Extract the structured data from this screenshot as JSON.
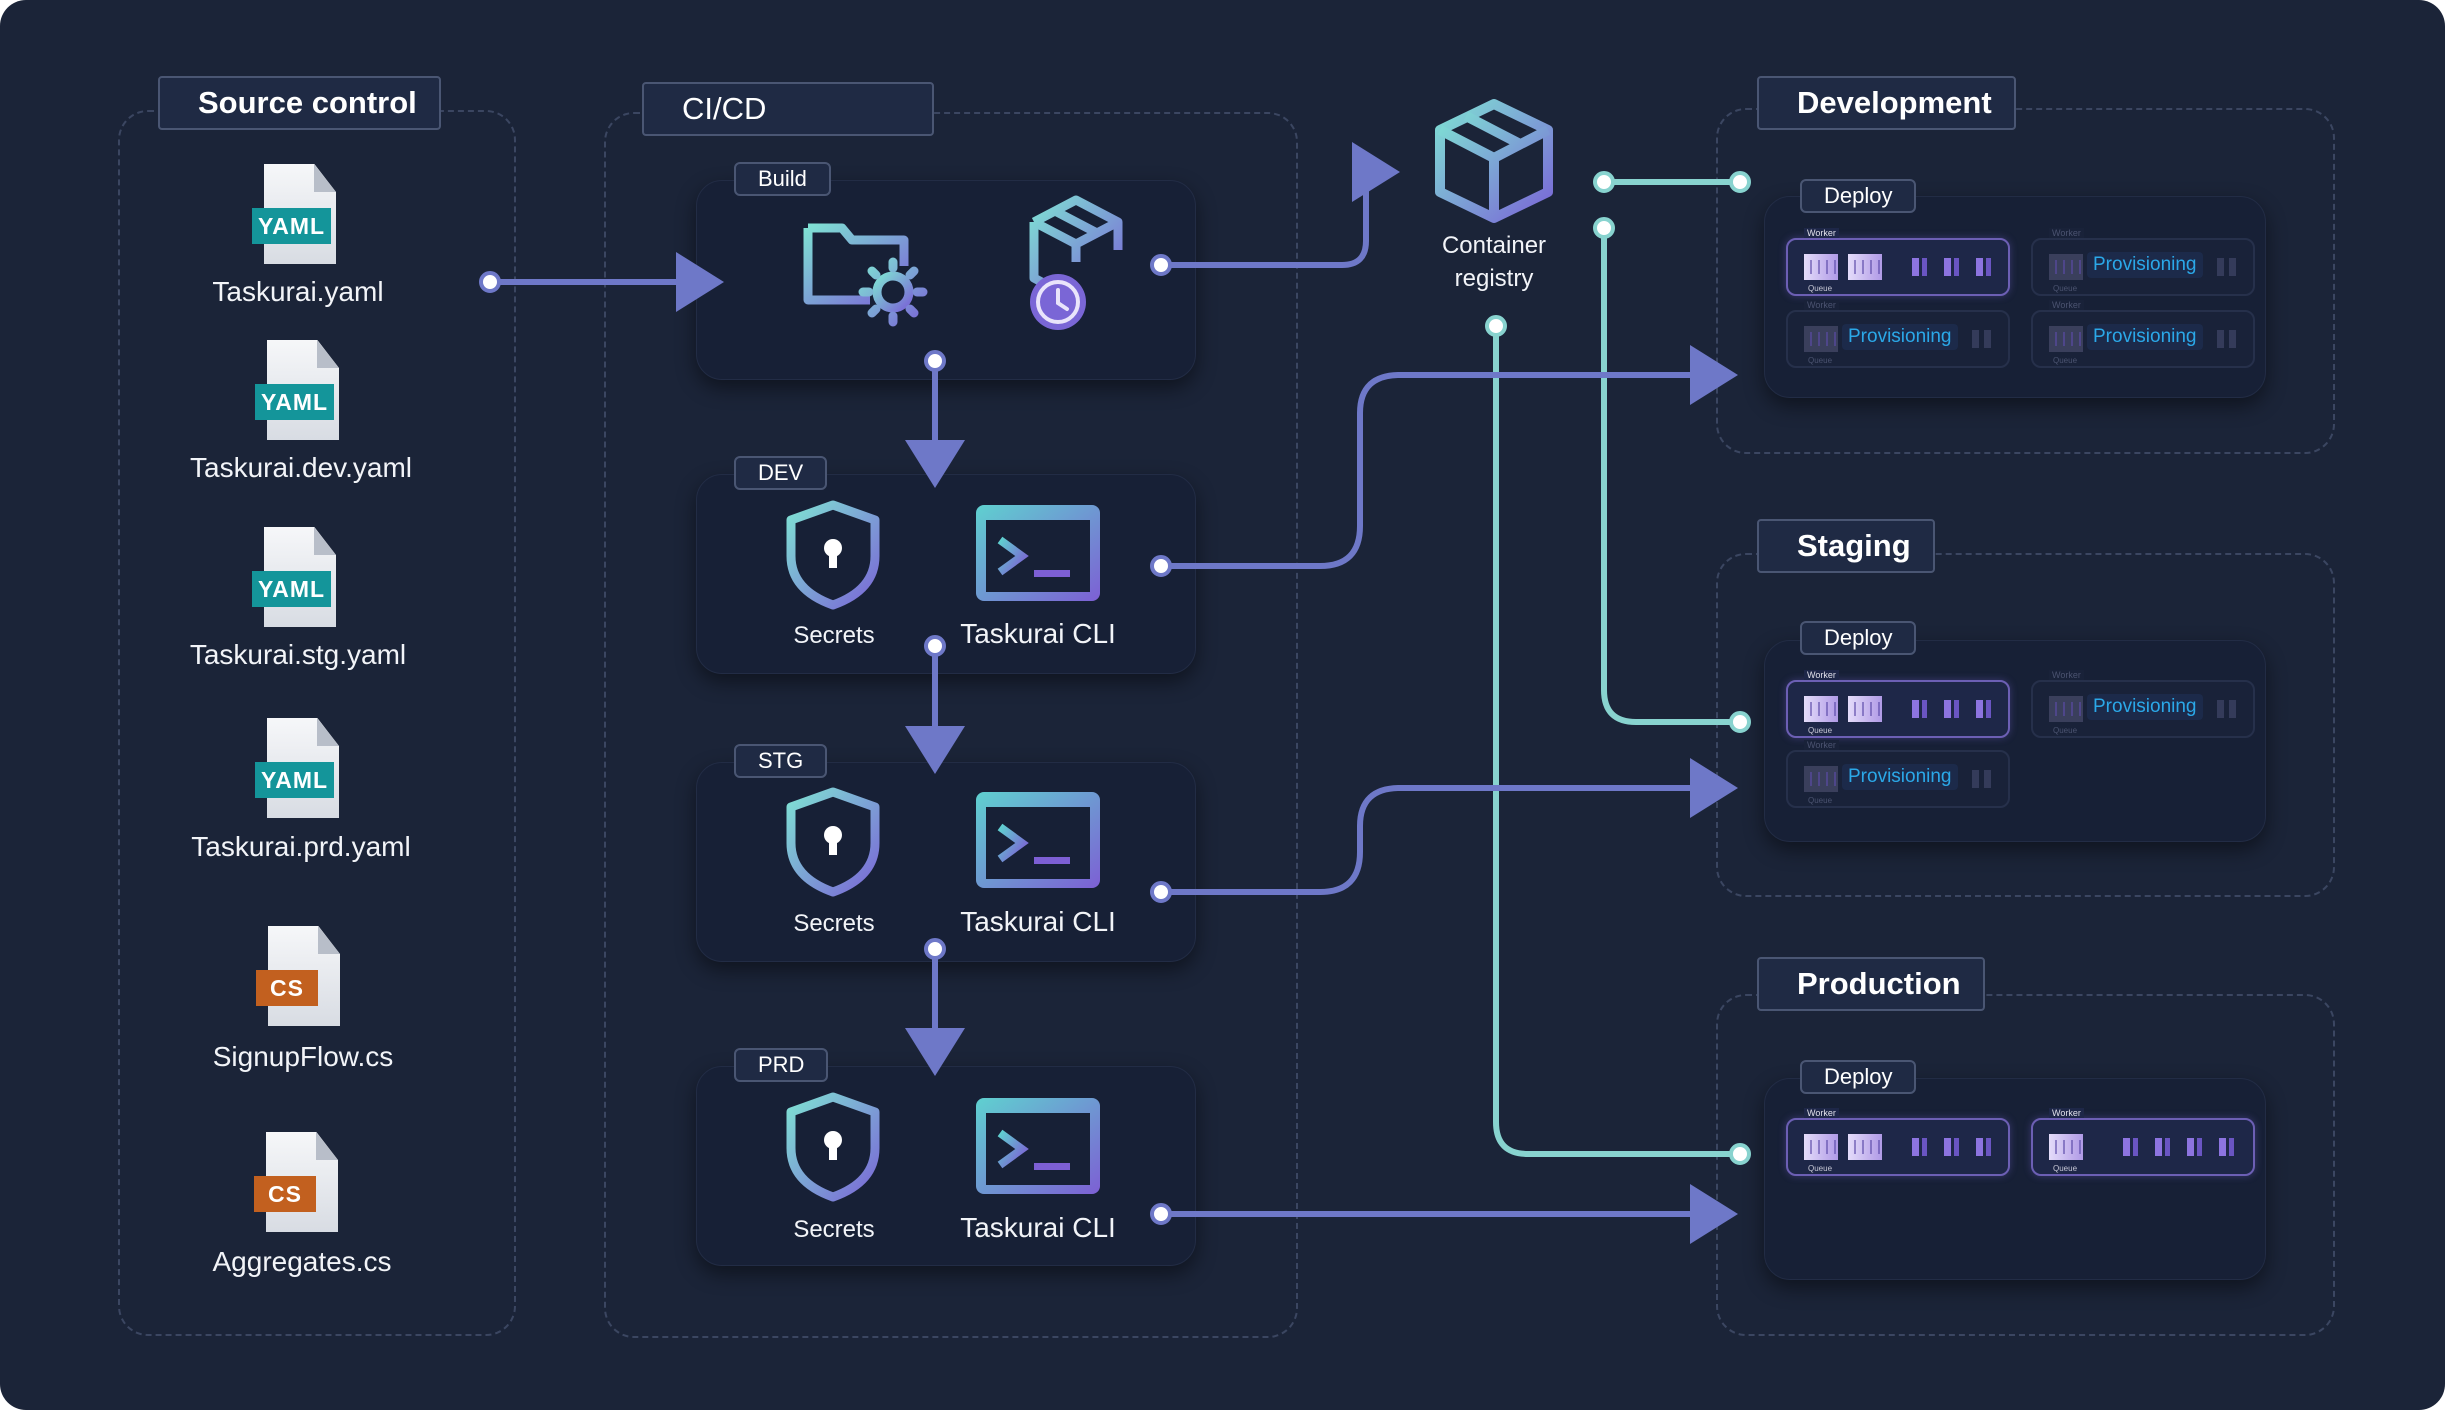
{
  "colors": {
    "background": "#1b2438",
    "flow": "#6e78c8",
    "registry_link": "#88d3cf",
    "accent_teal": "#14959a",
    "accent_orange": "#c2601f",
    "provisioning": "#2ba8e8"
  },
  "source_control": {
    "title": "Source control",
    "files": [
      {
        "badge": "YAML",
        "name": "Taskurai.yaml"
      },
      {
        "badge": "YAML",
        "name": "Taskurai.dev.yaml"
      },
      {
        "badge": "YAML",
        "name": "Taskurai.stg.yaml"
      },
      {
        "badge": "YAML",
        "name": "Taskurai.prd.yaml"
      },
      {
        "badge": "CS",
        "name": "SignupFlow.cs"
      },
      {
        "badge": "CS",
        "name": "Aggregates.cs"
      }
    ]
  },
  "cicd": {
    "title": "CI/CD",
    "build": {
      "tag": "Build",
      "icons": [
        "folder-gear-icon",
        "package-clock-icon"
      ]
    },
    "stages": [
      {
        "tag": "DEV",
        "secrets": "Secrets",
        "cli": "Taskurai CLI"
      },
      {
        "tag": "STG",
        "secrets": "Secrets",
        "cli": "Taskurai CLI"
      },
      {
        "tag": "PRD",
        "secrets": "Secrets",
        "cli": "Taskurai CLI"
      }
    ]
  },
  "registry": {
    "line1": "Container",
    "line2": "registry",
    "icon": "package-icon"
  },
  "environments": {
    "development": {
      "title": "Development",
      "deploy": "Deploy",
      "workers": [
        {
          "state": "active",
          "worker": "Worker",
          "queue": "Queue"
        },
        {
          "state": "provisioning",
          "label": "Provisioning",
          "worker": "Worker",
          "queue": "Queue"
        },
        {
          "state": "provisioning",
          "label": "Provisioning",
          "worker": "Worker",
          "queue": "Queue"
        },
        {
          "state": "provisioning",
          "label": "Provisioning",
          "worker": "Worker",
          "queue": "Queue"
        }
      ]
    },
    "staging": {
      "title": "Staging",
      "deploy": "Deploy",
      "workers": [
        {
          "state": "active",
          "worker": "Worker",
          "queue": "Queue"
        },
        {
          "state": "provisioning",
          "label": "Provisioning",
          "worker": "Worker",
          "queue": "Queue"
        },
        {
          "state": "provisioning",
          "label": "Provisioning",
          "worker": "Worker",
          "queue": "Queue"
        }
      ]
    },
    "production": {
      "title": "Production",
      "deploy": "Deploy",
      "workers": [
        {
          "state": "active",
          "worker": "Worker",
          "queue": "Queue"
        },
        {
          "state": "active",
          "worker": "Worker",
          "queue": "Queue"
        }
      ]
    }
  }
}
